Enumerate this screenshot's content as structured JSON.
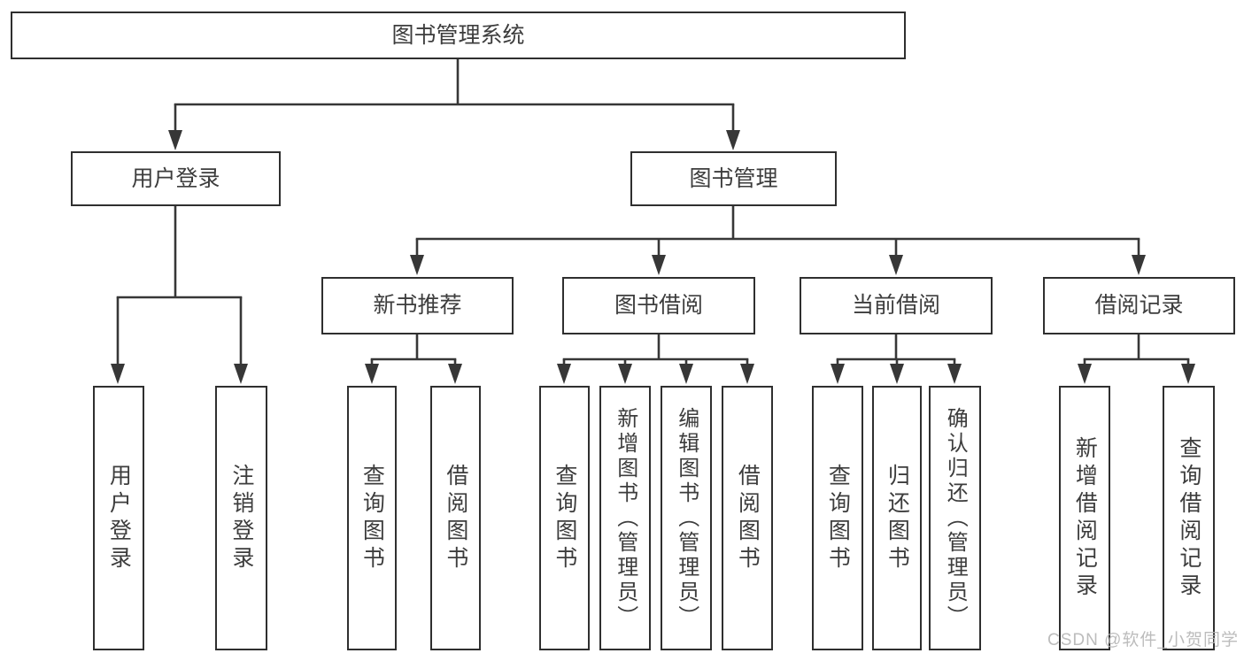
{
  "diagram": {
    "root": "图书管理系统",
    "branches": [
      {
        "label": "用户登录",
        "children": [
          "用户登录",
          "注销登录"
        ]
      },
      {
        "label": "图书管理",
        "groups": [
          {
            "label": "新书推荐",
            "children": [
              "查询图书",
              "借阅图书"
            ]
          },
          {
            "label": "图书借阅",
            "children": [
              "查询图书",
              "新增图书（管理员）",
              "编辑图书（管理员）",
              "借阅图书"
            ]
          },
          {
            "label": "当前借阅",
            "children": [
              "查询图书",
              "归还图书",
              "确认归还（管理员）"
            ]
          },
          {
            "label": "借阅记录",
            "children": [
              "新增借阅记录",
              "查询借阅记录"
            ]
          }
        ]
      }
    ]
  },
  "watermark": {
    "text": "CSDN @软件_小贺同学"
  },
  "colors": {
    "line": "#373737",
    "box_border": "#2f2f2f",
    "text": "#3d3d3d",
    "background": "#ffffff",
    "watermark": "#b5b5b5"
  }
}
